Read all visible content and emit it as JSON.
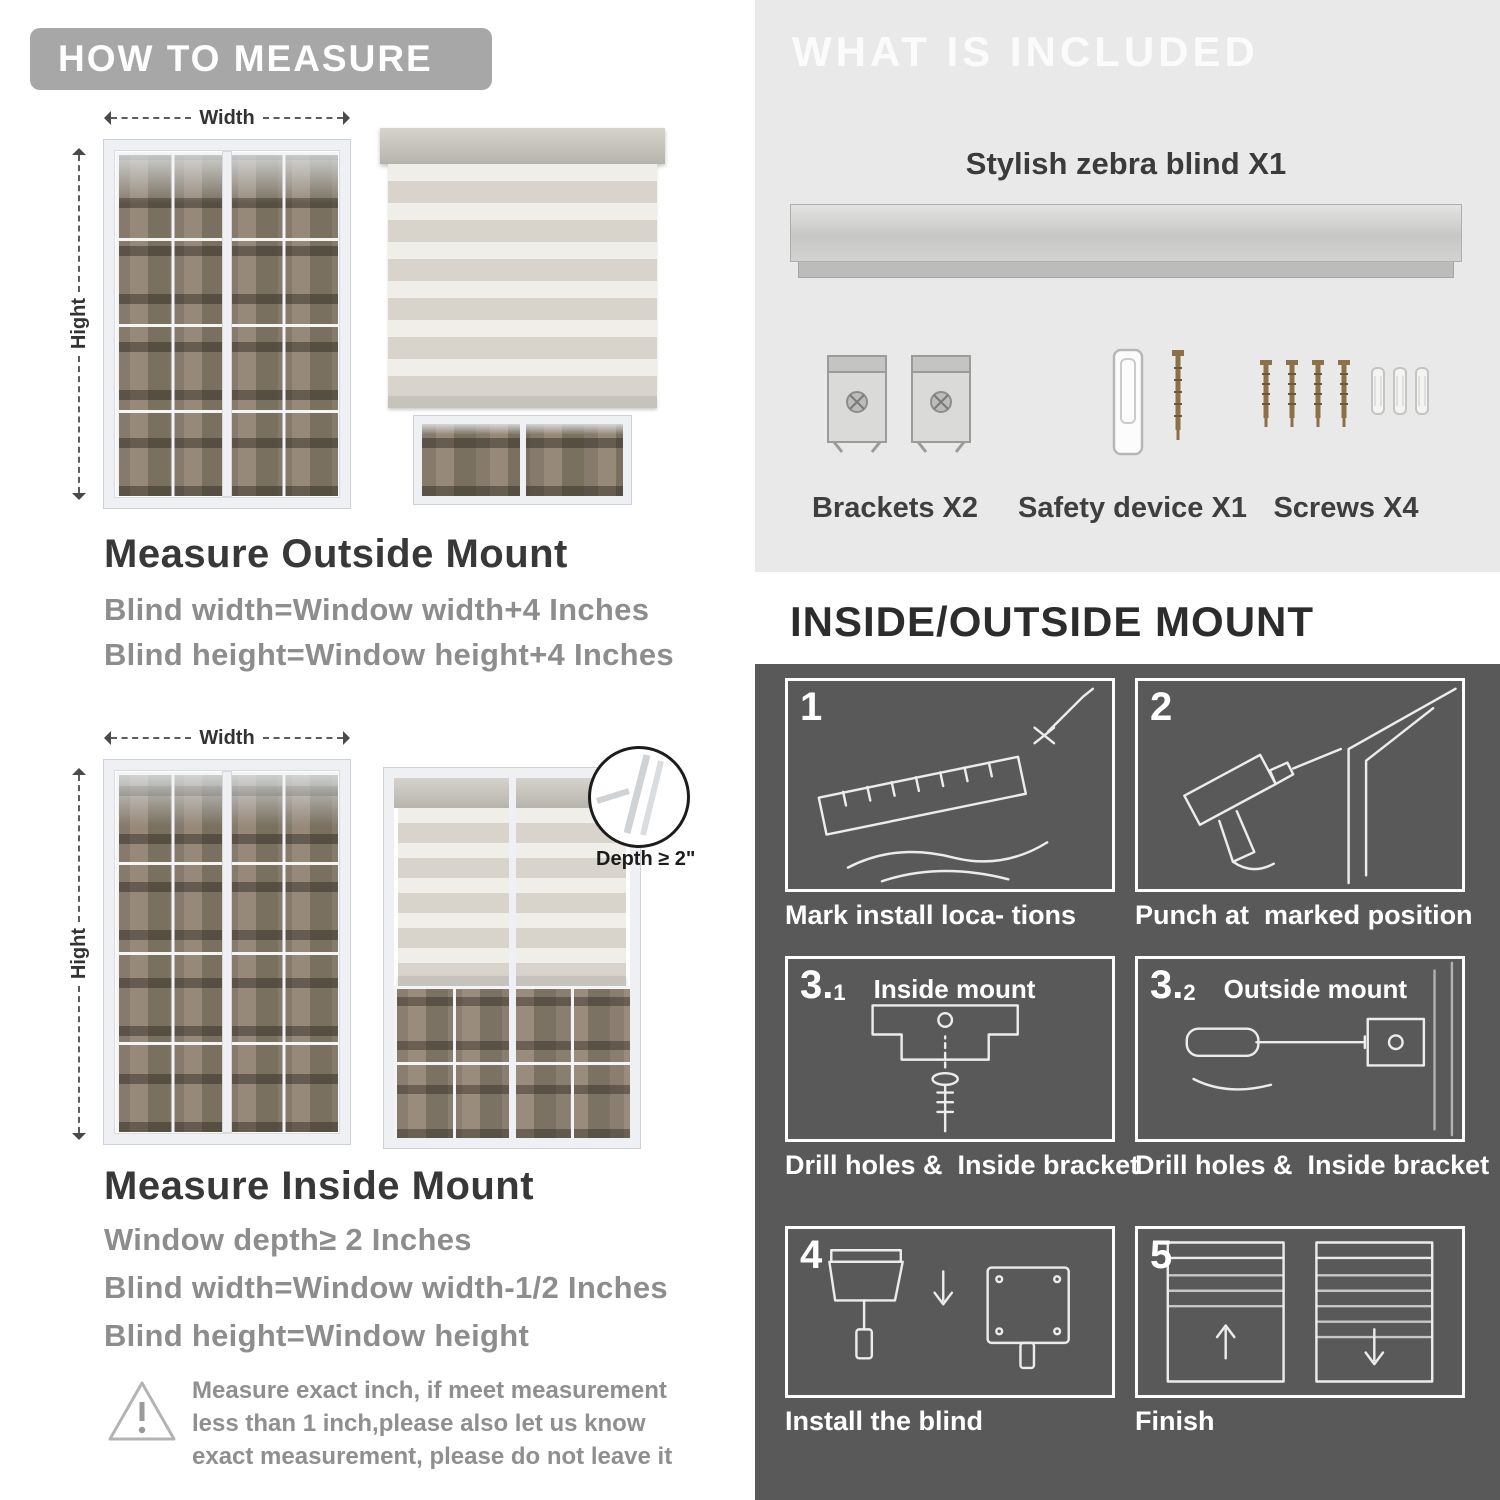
{
  "left": {
    "banner": "HOW TO MEASURE",
    "outside": {
      "width_label": "Width",
      "height_label": "Hight",
      "heading": "Measure Outside Mount",
      "line1": "Blind width=Window width+4 Inches",
      "line2": "Blind height=Window height+4 Inches"
    },
    "inside": {
      "width_label": "Width",
      "height_label": "Hight",
      "depth_callout": "Depth ≥ 2\"",
      "heading": "Measure Inside Mount",
      "line1": "Window depth≥ 2 Inches",
      "line2": "Blind width=Window width-1/2 Inches",
      "line3": "Blind height=Window height"
    },
    "note": {
      "icon": "warning-triangle",
      "text": "Measure exact inch, if meet measurement less than 1 inch,please also let us know exact measurement, please do not leave it"
    }
  },
  "right": {
    "included": {
      "banner": "WHAT IS INCLUDED",
      "blind_label": "Stylish zebra blind X1",
      "items": [
        {
          "icon": "bracket-icon",
          "label": "Brackets X2"
        },
        {
          "icon": "safety-device-icon",
          "label": "Safety device X1"
        },
        {
          "icon": "screws-icon",
          "label": "Screws X4"
        }
      ]
    },
    "mount": {
      "heading": "INSIDE/OUTSIDE MOUNT",
      "steps": [
        {
          "num": "1",
          "num_sub": "",
          "title": "",
          "caption": "Mark install loca- tions"
        },
        {
          "num": "2",
          "num_sub": "",
          "title": "",
          "caption": "Punch at  marked position"
        },
        {
          "num": "3.",
          "num_sub": "1",
          "title": "Inside mount",
          "caption": "Drill holes &  Inside bracket"
        },
        {
          "num": "3.",
          "num_sub": "2",
          "title": "Outside mount",
          "caption": "Drill holes &  Inside bracket"
        },
        {
          "num": "4",
          "num_sub": "",
          "title": "",
          "caption": "Install the blind"
        },
        {
          "num": "5",
          "num_sub": "",
          "title": "",
          "caption": "Finish"
        }
      ]
    }
  },
  "colors": {
    "banner_bg": "#a7a7a7",
    "included_bg": "#e9e9e9",
    "dark_panel_bg": "#595959",
    "stripe_solid": "#d8d4cb",
    "stripe_sheer": "#f0eee9",
    "heading_text": "#383838",
    "body_gray_text": "#8d8d8d",
    "white": "#ffffff"
  }
}
